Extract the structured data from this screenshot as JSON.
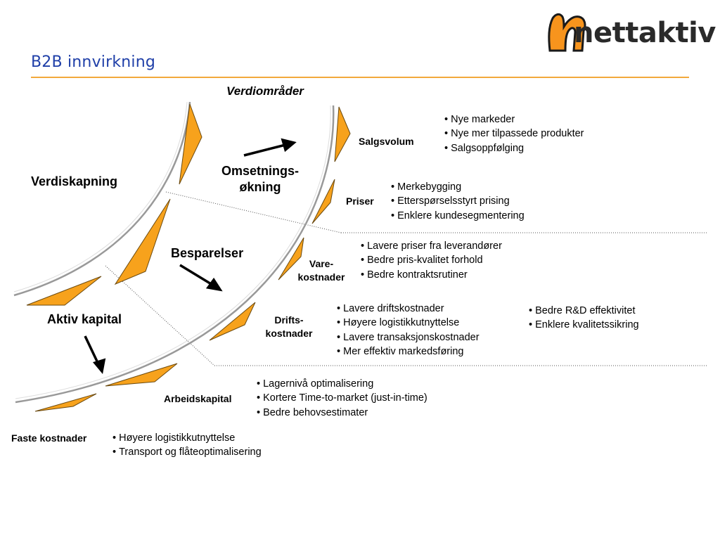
{
  "header": {
    "title": "B2B innvirkning",
    "logo_text": "nettaktiv"
  },
  "diagram": {
    "top_label": "Verdiområder",
    "verdiskapning": "Verdiskapning",
    "omsetningsokning": "Omsetnings-\nøkning",
    "besparelser": "Besparelser",
    "aktiv_kapital": "Aktiv kapital",
    "salgsvolum": {
      "label": "Salgsvolum",
      "bullets": [
        "Nye markeder",
        "Nye mer tilpassede produkter",
        "Salgsoppfølging"
      ]
    },
    "priser": {
      "label": "Priser",
      "bullets": [
        "Merkebygging",
        "Etterspørselsstyrt prising",
        "Enklere kundesegmentering"
      ]
    },
    "varekostnader": {
      "label": "Vare-\nkostnader",
      "bullets": [
        "Lavere priser fra leverandører",
        "Bedre pris-kvalitet forhold",
        "Bedre kontraktsrutiner"
      ]
    },
    "driftskostnader": {
      "label": "Drifts-\nkostnader",
      "bullets": [
        "Lavere driftskostnader",
        "Høyere logistikkutnyttelse",
        "Lavere transaksjonskostnader",
        "Mer effektiv markedsføring"
      ],
      "extra_bullets": [
        "Bedre R&D effektivitet",
        "Enklere kvalitetssikring"
      ]
    },
    "arbeidskapital": {
      "label": "Arbeidskapital",
      "bullets": [
        "Lagernivå optimalisering",
        "Kortere Time-to-market (just-in-time)",
        "Bedre behovsestimater"
      ]
    },
    "faste_kostnader": {
      "label": "Faste kostnader",
      "bullets": [
        "Høyere logistikkutnyttelse",
        "Transport og flåteoptimalisering"
      ]
    }
  },
  "colors": {
    "title": "#1f3fa8",
    "accent_rule": "#f2a93b",
    "chevron_fill": "#f7a21c",
    "logo_orange": "#f7941d"
  }
}
